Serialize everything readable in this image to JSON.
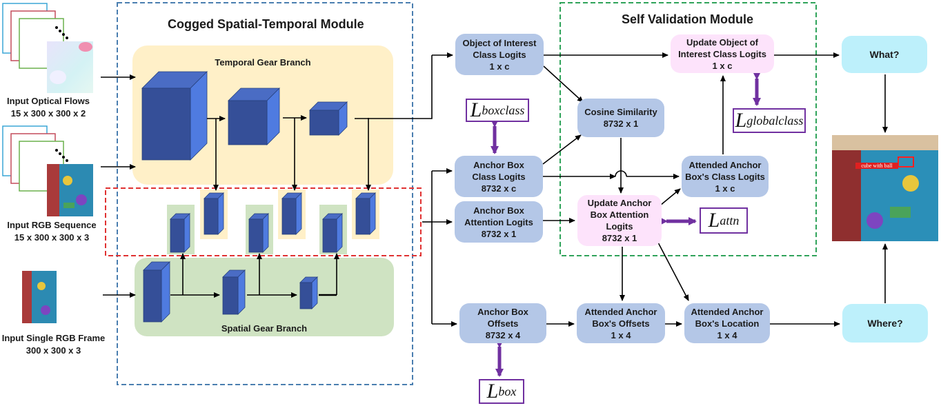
{
  "colors": {
    "module_blue_dash": "#4a7eb0",
    "module_green_dash": "#2fa35a",
    "gear_red_dash": "#e03131",
    "temporal_branch_fill": "#fff0c8",
    "spatial_branch_fill": "#cfe3c2",
    "node_blue": "#b4c7e7",
    "node_pink": "#fde3fb",
    "node_cyan": "#bdf0fb",
    "cube_blue": "#3f5fb3",
    "loss_purple": "#7030a0"
  },
  "titles": {
    "cogged": "Cogged Spatial-Temporal Module",
    "self_validation": "Self Validation Module",
    "temporal": "Temporal Gear Branch",
    "spatial": "Spatial Gear Branch"
  },
  "inputs": {
    "flow": [
      "Input Optical Flows",
      "15 x 300 x 300 x 2"
    ],
    "rgb_seq": [
      "Input RGB Sequence",
      "15 x 300 x 300 x 3"
    ],
    "rgb_frame": [
      "Input Single RGB Frame",
      "300 x 300 x 3"
    ]
  },
  "nodes": {
    "obj_logits": [
      "Object of Interest",
      "Class Logits",
      "1 x c"
    ],
    "anchor_class": [
      "Anchor Box",
      "Class Logits",
      "8732 x c"
    ],
    "anchor_attn": [
      "Anchor Box",
      "Attention Logits",
      "8732 x 1"
    ],
    "anchor_offsets": [
      "Anchor Box",
      "Offsets",
      "8732 x 4"
    ],
    "cosine": [
      "Cosine Similarity",
      "8732 x 1"
    ],
    "update_obj": [
      "Update Object of",
      "Interest Class Logits",
      "1 x c"
    ],
    "att_class": [
      "Attended Anchor",
      "Box's Class Logits",
      "1 x c"
    ],
    "update_attn": [
      "Update Anchor",
      "Box Attention",
      "Logits",
      "8732 x 1"
    ],
    "att_offsets": [
      "Attended Anchor",
      "Box's Offsets",
      "1 x 4"
    ],
    "att_location": [
      "Attended Anchor",
      "Box's Location",
      "1 x 4"
    ],
    "what": [
      "What?"
    ],
    "where": [
      "Where?"
    ]
  },
  "losses": {
    "boxclass": {
      "base": "L",
      "sub": "boxclass"
    },
    "globalclass": {
      "base": "L",
      "sub": "globalclass"
    },
    "attn": {
      "base": "L",
      "sub": "attn"
    },
    "box": {
      "base": "L",
      "sub": "box"
    }
  },
  "output_image": {
    "caption": "cube with ball"
  }
}
